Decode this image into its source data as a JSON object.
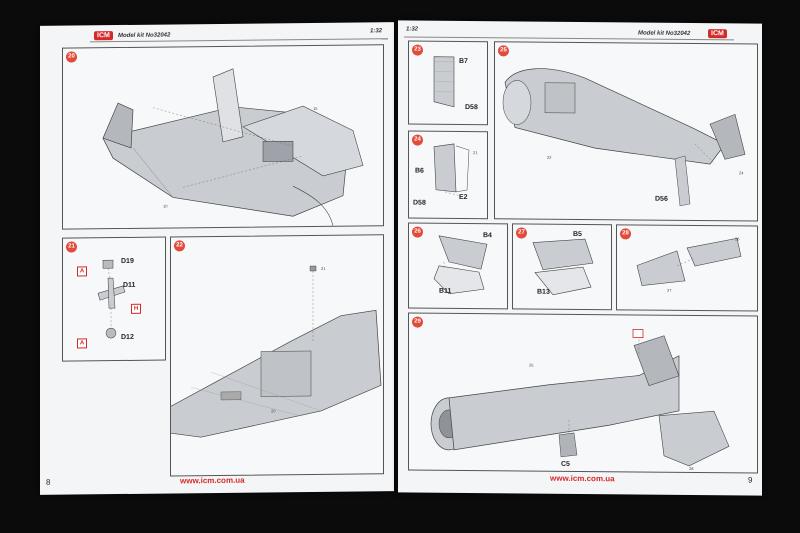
{
  "header": {
    "left_model": "Model kit No32042",
    "left_brand": "ICM",
    "center_left": "1:32",
    "center_right": "1:32",
    "right_model": "Model kit No32042",
    "right_brand": "ICM"
  },
  "steps": {
    "s20": {
      "num": "20",
      "parts": [
        "15",
        "10"
      ]
    },
    "s21": {
      "num": "21",
      "parts": [
        "D19",
        "D11",
        "D12"
      ],
      "markers": [
        "A",
        "H",
        "A"
      ]
    },
    "s22": {
      "num": "22",
      "parts": [
        "21",
        "20"
      ]
    },
    "s23": {
      "num": "23",
      "parts": [
        "B7",
        "D58"
      ]
    },
    "s24": {
      "num": "24",
      "parts": [
        "B6",
        "D58",
        "E2",
        "21"
      ]
    },
    "s25": {
      "num": "25",
      "parts": [
        "22",
        "D56",
        "24"
      ]
    },
    "s26": {
      "num": "26",
      "parts": [
        "B4",
        "B11"
      ]
    },
    "s27": {
      "num": "27",
      "parts": [
        "B5",
        "B13"
      ]
    },
    "s28": {
      "num": "28",
      "parts": [
        "26",
        "27"
      ]
    },
    "s29": {
      "num": "29",
      "parts": [
        "25",
        "C5",
        "28"
      ]
    }
  },
  "footer": {
    "left_url": "www.icm.com.ua",
    "right_url": "www.icm.com.ua",
    "left_page": "8",
    "right_page": "9"
  },
  "colors": {
    "accent": "#d42a2a",
    "step_badge": "#e24a3a",
    "paper": "#f4f5f7",
    "background": "#0b0b0b"
  }
}
